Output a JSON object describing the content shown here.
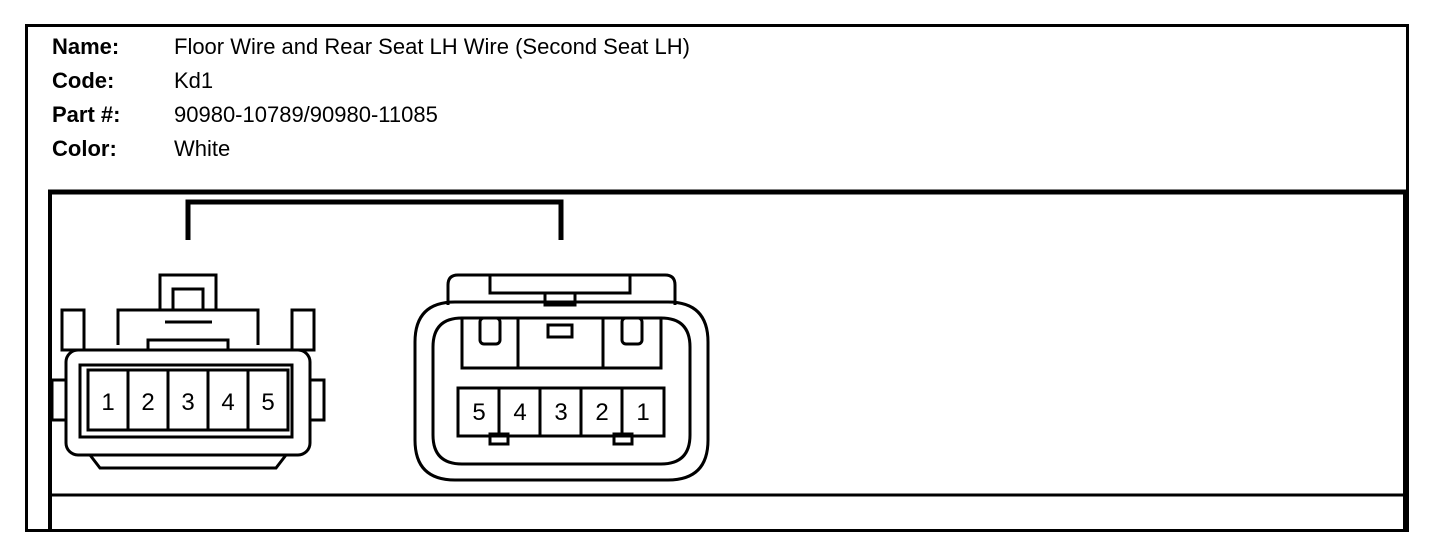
{
  "connector": {
    "name_label": "Name:",
    "name": "Floor Wire and Rear Seat LH Wire (Second Seat LH)",
    "code_label": "Code:",
    "code": "Kd1",
    "part_label": "Part #:",
    "part_numbers": "90980-10789/90980-11085",
    "color_label": "Color:",
    "color": "White"
  },
  "diagram": {
    "left_connector_pins": [
      "1",
      "2",
      "3",
      "4",
      "5"
    ],
    "right_connector_pins": [
      "5",
      "4",
      "3",
      "2",
      "1"
    ]
  }
}
